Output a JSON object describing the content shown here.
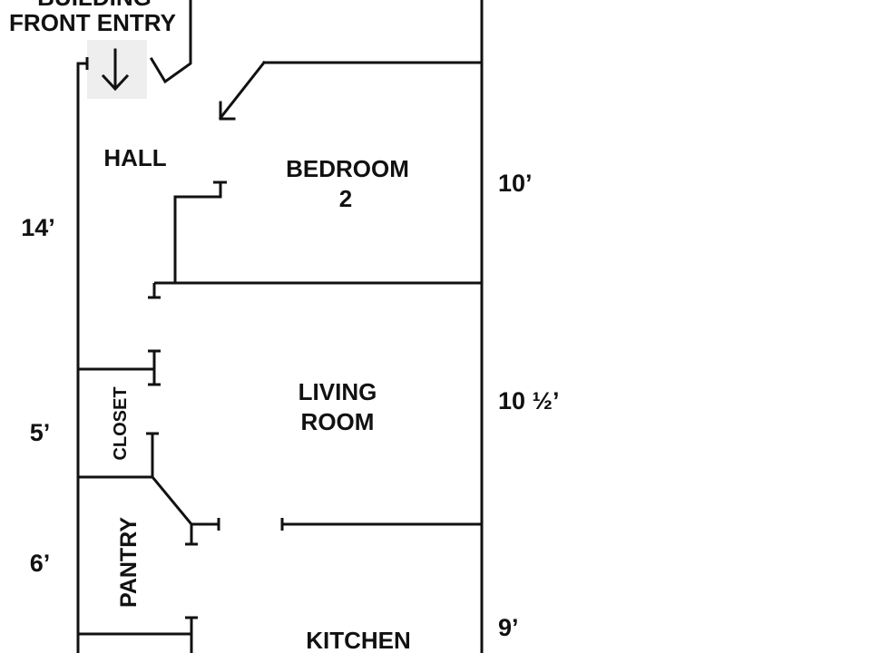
{
  "entry": {
    "line1": "BUILDING",
    "line2": "FRONT ENTRY"
  },
  "rooms": {
    "hall": "HALL",
    "bedroom2_line1": "BEDROOM",
    "bedroom2_line2": "2",
    "living_line1": "LIVING",
    "living_line2": "ROOM",
    "closet": "CLOSET",
    "pantry": "PANTRY",
    "kitchen": "KITCHEN"
  },
  "dimensions": {
    "left_hall": "14’",
    "left_closet": "5’",
    "left_pantry": "6’",
    "right_bedroom": "10’",
    "right_living": "10 ½’",
    "right_kitchen": "9’"
  },
  "colors": {
    "wall": "#111111",
    "entry_highlight": "#eeeeee",
    "background": "#ffffff"
  },
  "icons": {
    "entry_arrow": "down-arrow-icon",
    "bedroom_door_arrow": "diagonal-arrow-icon"
  }
}
